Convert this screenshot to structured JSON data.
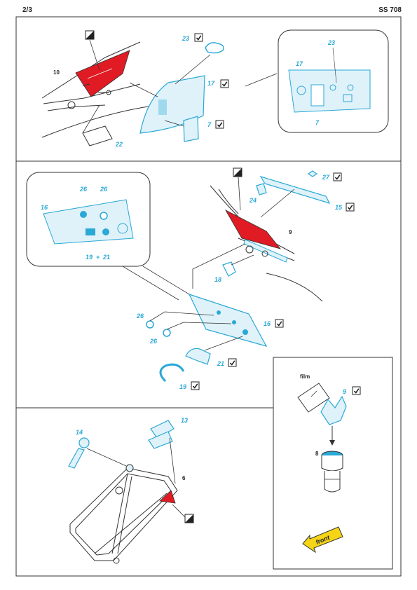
{
  "header": {
    "page": "2/3",
    "code": "SS 708"
  },
  "colors": {
    "pe_blue": "#2aa8d6",
    "pe_fill": "#dff2fa",
    "paint_red": "#e01b24",
    "line": "#333333"
  },
  "icons": {
    "bend": "bend-check-icon",
    "paint": "paint-swatch-icon"
  },
  "top_panel": {
    "part_10": "10",
    "part_22": "22",
    "part_23": "23",
    "part_17": "17",
    "part_7": "7",
    "inset": {
      "p23": "23",
      "p17": "17",
      "p7": "7"
    }
  },
  "middle_panel": {
    "inset": {
      "p16": "16",
      "p26a": "26",
      "p26b": "26",
      "p19": "19",
      "plus": "+",
      "p21": "21"
    },
    "part_27": "27",
    "part_24": "24",
    "part_15": "15",
    "part_9": "9",
    "part_18": "18",
    "part_26a": "26",
    "part_26b": "26",
    "part_16": "16",
    "part_21": "21",
    "part_19": "19"
  },
  "gunsight_panel": {
    "film": "film",
    "part_9": "9",
    "part_8": "8",
    "arrow_text": "front"
  },
  "bottom_panel": {
    "part_14": "14",
    "part_13": "13",
    "part_6": "6"
  }
}
